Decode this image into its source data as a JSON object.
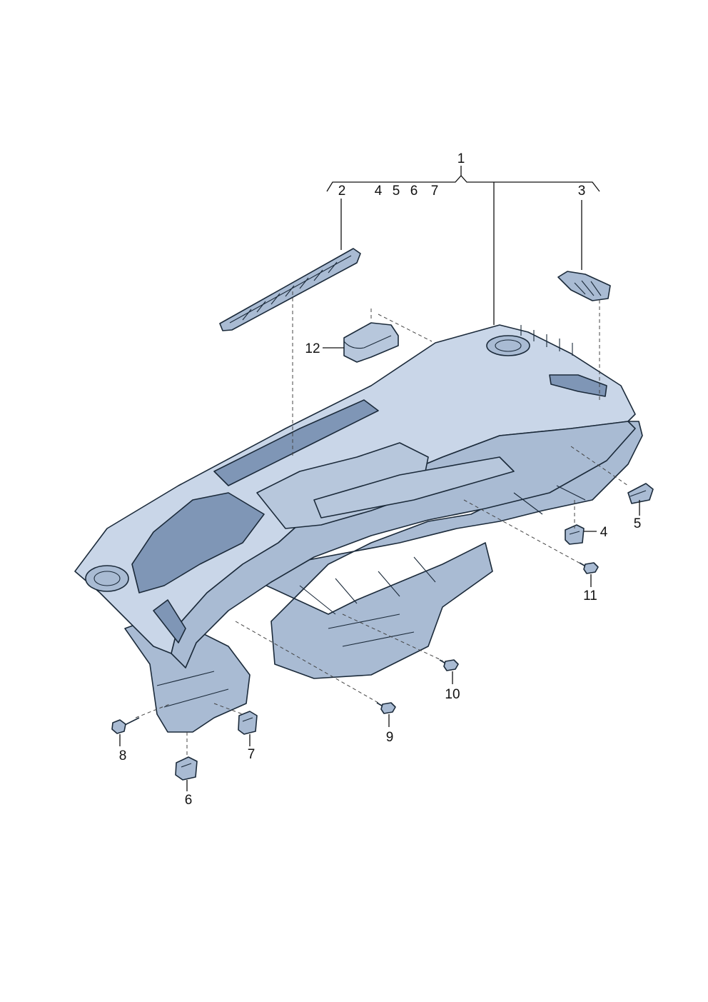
{
  "colors": {
    "part_fill": "#c9d6e8",
    "part_shade": "#a9bbd3",
    "part_dark": "#7f96b6",
    "outline": "#1b2a3a",
    "background": "#ffffff"
  },
  "callouts": {
    "c1": "1",
    "c2": "2",
    "c3": "3",
    "c4_top": "4",
    "c5_top": "5",
    "c6_top": "6",
    "c7_top": "7",
    "c12": "12",
    "c4": "4",
    "c5": "5",
    "c11": "11",
    "c10": "10",
    "c9": "9",
    "c8": "8",
    "c7": "7",
    "c6": "6"
  }
}
